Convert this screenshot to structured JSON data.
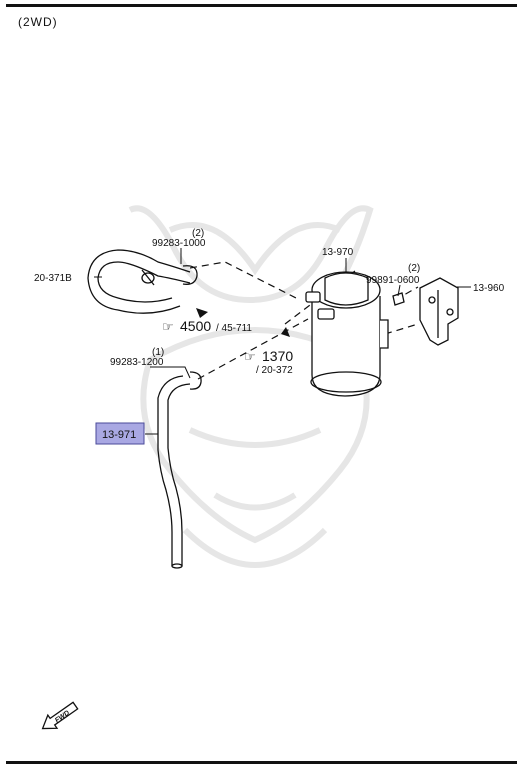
{
  "header": {
    "variant": "(2WD)"
  },
  "callouts": {
    "c1": {
      "qty": "(2)",
      "part": "99283-1000"
    },
    "c2": {
      "part": "20-371B"
    },
    "c3": {
      "part": "13-970"
    },
    "c4": {
      "qty": "(2)",
      "part": "99891-0600"
    },
    "c5": {
      "part": "13-960"
    },
    "c6": {
      "ref_big": "4500",
      "ref_small": "/ 45-711"
    },
    "c7": {
      "qty": "(1)",
      "part": "99283-1200"
    },
    "c8": {
      "ref_big": "1370",
      "ref_small": "/ 20-372"
    },
    "c9": {
      "part": "13-971",
      "highlight": "#a9a8e3"
    }
  },
  "fwd_marker": {
    "label": "FWD"
  },
  "colors": {
    "line": "#111111",
    "highlight_fill": "#a9a8e3",
    "watermark": "#e6e6e6"
  }
}
